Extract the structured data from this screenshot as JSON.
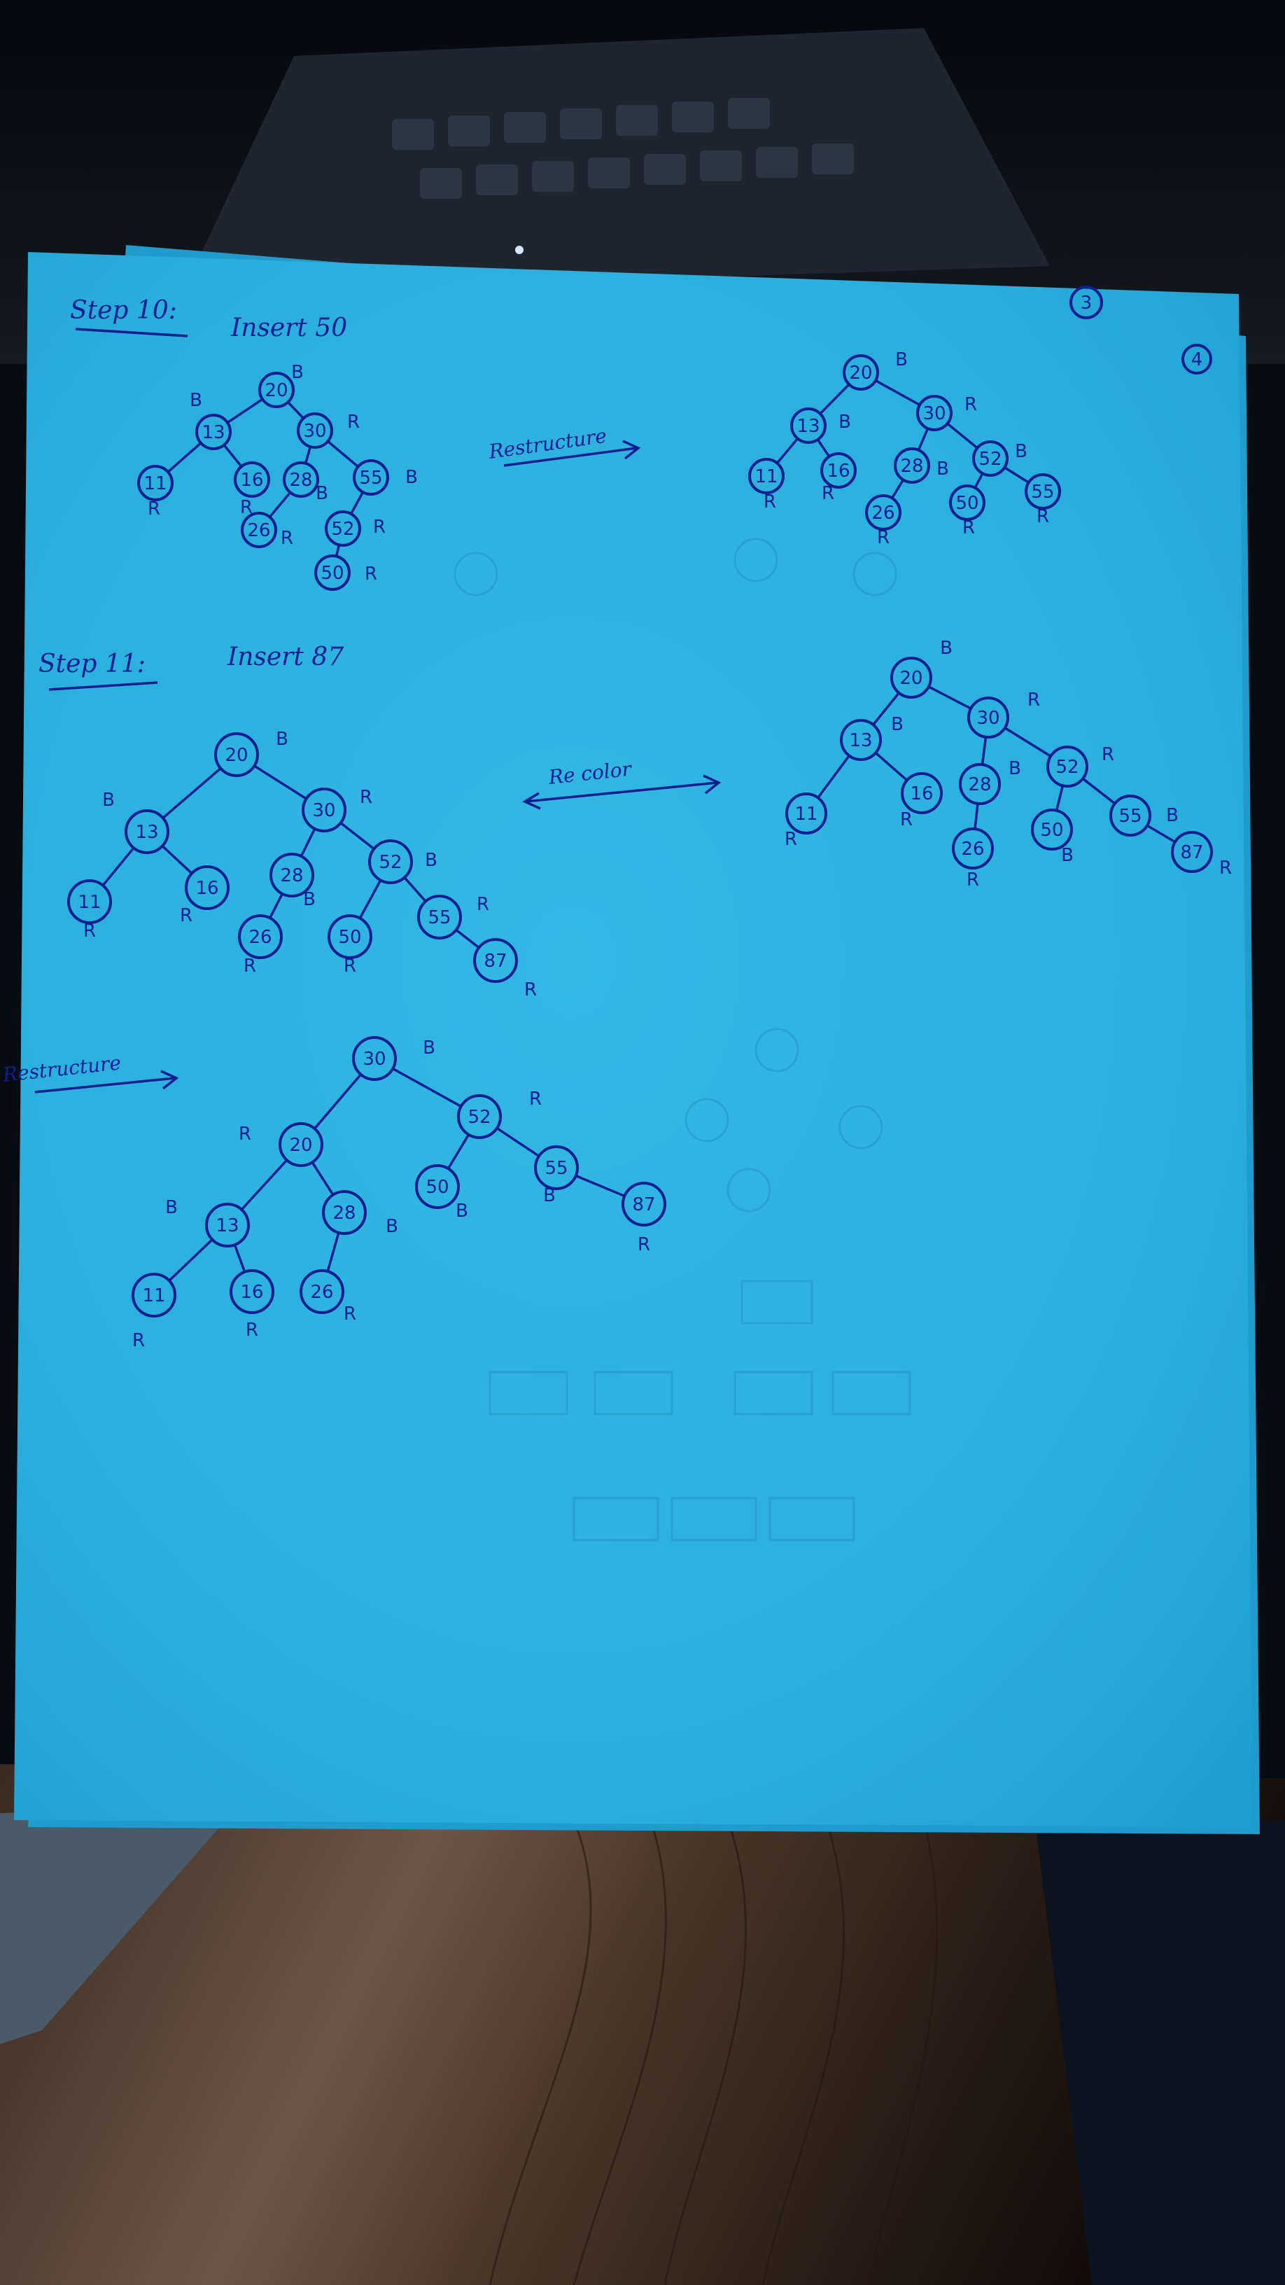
{
  "page_numbers": {
    "front": "3",
    "back": "4"
  },
  "step10": {
    "heading": "Step 10:",
    "action": "Insert 50",
    "arrow_label": "Restructure",
    "before": {
      "nodes": [
        {
          "id": "a20",
          "v": "20",
          "c": "B"
        },
        {
          "id": "a13",
          "v": "13",
          "c": "B"
        },
        {
          "id": "a30",
          "v": "30",
          "c": "R"
        },
        {
          "id": "a11",
          "v": "11",
          "c": "R"
        },
        {
          "id": "a16",
          "v": "16",
          "c": "R"
        },
        {
          "id": "a28",
          "v": "28",
          "c": "B"
        },
        {
          "id": "a55",
          "v": "55",
          "c": "B"
        },
        {
          "id": "a26",
          "v": "26",
          "c": "R"
        },
        {
          "id": "a52",
          "v": "52",
          "c": "R"
        },
        {
          "id": "a50",
          "v": "50",
          "c": "R"
        }
      ]
    },
    "after": {
      "nodes": [
        {
          "id": "b20",
          "v": "20",
          "c": "B"
        },
        {
          "id": "b13",
          "v": "13",
          "c": "B"
        },
        {
          "id": "b30",
          "v": "30",
          "c": "R"
        },
        {
          "id": "b11",
          "v": "11",
          "c": "R"
        },
        {
          "id": "b16",
          "v": "16",
          "c": "R"
        },
        {
          "id": "b28",
          "v": "28",
          "c": "B"
        },
        {
          "id": "b52",
          "v": "52",
          "c": "B"
        },
        {
          "id": "b26",
          "v": "26",
          "c": "R"
        },
        {
          "id": "b50",
          "v": "50",
          "c": "R"
        },
        {
          "id": "b55",
          "v": "55",
          "c": "R"
        }
      ]
    }
  },
  "step11": {
    "heading": "Step 11:",
    "action": "Insert 87",
    "arrow_label": "Re color",
    "before": {
      "nodes": [
        {
          "id": "c20",
          "v": "20",
          "c": "B"
        },
        {
          "id": "c13",
          "v": "13",
          "c": "B"
        },
        {
          "id": "c30",
          "v": "30",
          "c": "R"
        },
        {
          "id": "c11",
          "v": "11",
          "c": "R"
        },
        {
          "id": "c16",
          "v": "16",
          "c": "R"
        },
        {
          "id": "c28",
          "v": "28",
          "c": "B"
        },
        {
          "id": "c52",
          "v": "52",
          "c": "B"
        },
        {
          "id": "c26",
          "v": "26",
          "c": "R"
        },
        {
          "id": "c50",
          "v": "50",
          "c": "R"
        },
        {
          "id": "c55",
          "v": "55",
          "c": "R"
        },
        {
          "id": "c87",
          "v": "87",
          "c": "R"
        }
      ]
    },
    "recolored": {
      "nodes": [
        {
          "id": "d20",
          "v": "20",
          "c": "B"
        },
        {
          "id": "d13",
          "v": "13",
          "c": "B"
        },
        {
          "id": "d30",
          "v": "30",
          "c": "R"
        },
        {
          "id": "d11",
          "v": "11",
          "c": "R"
        },
        {
          "id": "d16",
          "v": "16",
          "c": "R"
        },
        {
          "id": "d28",
          "v": "28",
          "c": "B"
        },
        {
          "id": "d52",
          "v": "52",
          "c": "R"
        },
        {
          "id": "d26",
          "v": "26",
          "c": "R"
        },
        {
          "id": "d50",
          "v": "50",
          "c": "B"
        },
        {
          "id": "d55",
          "v": "55",
          "c": "B"
        },
        {
          "id": "d87",
          "v": "87",
          "c": "R"
        }
      ]
    },
    "restructure_label": "Restructure",
    "restructured": {
      "nodes": [
        {
          "id": "e30",
          "v": "30",
          "c": "B"
        },
        {
          "id": "e20",
          "v": "20",
          "c": "R"
        },
        {
          "id": "e52",
          "v": "52",
          "c": "R"
        },
        {
          "id": "e13",
          "v": "13",
          "c": "B"
        },
        {
          "id": "e28",
          "v": "28",
          "c": "B"
        },
        {
          "id": "e50",
          "v": "50",
          "c": "B"
        },
        {
          "id": "e55",
          "v": "55",
          "c": "B"
        },
        {
          "id": "e11",
          "v": "11",
          "c": "R"
        },
        {
          "id": "e16",
          "v": "16",
          "c": "R"
        },
        {
          "id": "e26",
          "v": "26",
          "c": "R"
        },
        {
          "id": "e87",
          "v": "87",
          "c": "R"
        }
      ]
    }
  }
}
